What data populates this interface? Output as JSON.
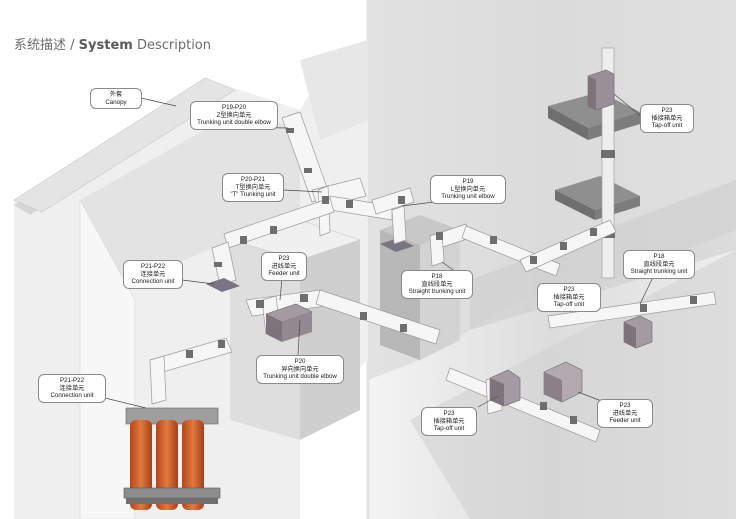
{
  "title": {
    "cn": "系统描述",
    "sep": " / ",
    "en_bold": "System",
    "en_rest": " Description"
  },
  "callouts": [
    {
      "id": "canopy",
      "lines": [
        "外套",
        "Canopy"
      ]
    },
    {
      "id": "p19p20",
      "lines": [
        "P19-P20",
        "Z型换向单元",
        "Trunking unit double elbow"
      ]
    },
    {
      "id": "p20p21",
      "lines": [
        "P20-P21",
        "T型换向单元",
        "\"T\"  Trunking unit"
      ]
    },
    {
      "id": "p21p22a",
      "lines": [
        "P21-P22",
        "连接单元",
        "Connection unit"
      ]
    },
    {
      "id": "p23feeder",
      "lines": [
        "P23",
        "进线单元",
        "Feeder unit"
      ]
    },
    {
      "id": "p20dbl",
      "lines": [
        "P20",
        "异向换向单元",
        "Trunking unit double elbow"
      ]
    },
    {
      "id": "p21p22b",
      "lines": [
        "P21-P22",
        "连接单元",
        "Connection unit"
      ]
    },
    {
      "id": "p19elbow",
      "lines": [
        "P19",
        "L型换向单元",
        "Trunking unit elbow"
      ]
    },
    {
      "id": "p18a",
      "lines": [
        "P18",
        "直线段单元",
        "Straight trunking unit"
      ]
    },
    {
      "id": "p23tapA",
      "lines": [
        "P23",
        "插接箱单元",
        "Tap-off unit"
      ]
    },
    {
      "id": "p18b",
      "lines": [
        "P18",
        "直线段单元",
        "Straight trunking unit"
      ]
    },
    {
      "id": "p23tapB",
      "lines": [
        "P23",
        "插接箱单元",
        "Tap-off unit"
      ]
    },
    {
      "id": "p23tapC",
      "lines": [
        "P23",
        "插接箱单元",
        "Tap-off unit"
      ]
    },
    {
      "id": "p23feeder2",
      "lines": [
        "P23",
        "进线单元",
        "Feeder unit"
      ]
    }
  ],
  "colors": {
    "wall": "#e9e9e9",
    "wall_dark": "#cfcfcf",
    "duct": "#f5f5f5",
    "duct_edge": "#9a9a9a",
    "joint": "#6e6e6e",
    "transformer": "#d9642a",
    "box": "#8a7f86"
  }
}
